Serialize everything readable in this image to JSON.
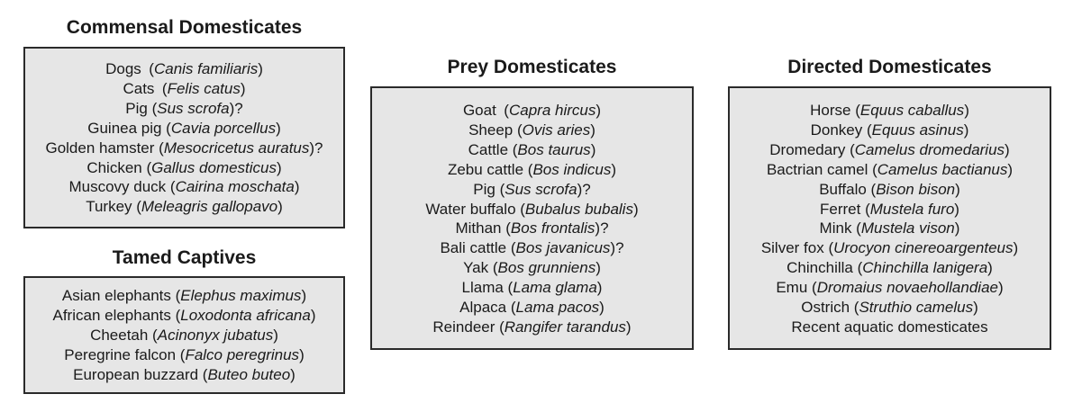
{
  "commensal": {
    "title": "Commensal Domesticates",
    "items": [
      {
        "common": "Dogs (",
        "sci": "Canis familiaris",
        "tail": ")"
      },
      {
        "common": "Cats (",
        "sci": "Felis catus",
        "tail": ")"
      },
      {
        "common": "Pig (",
        "sci": "Sus scrofa",
        "tail": ")?"
      },
      {
        "common": "Guinea pig (",
        "sci": "Cavia porcellus",
        "tail": ")"
      },
      {
        "common": "Golden hamster (",
        "sci": "Mesocricetus auratus",
        "tail": ")?"
      },
      {
        "common": "Chicken (",
        "sci": "Gallus domesticus",
        "tail": ")"
      },
      {
        "common": "Muscovy duck (",
        "sci": "Cairina moschata",
        "tail": ")"
      },
      {
        "common": "Turkey (",
        "sci": "Meleagris gallopavo",
        "tail": ")"
      }
    ]
  },
  "tamed": {
    "title": "Tamed Captives",
    "items": [
      {
        "common": "Asian elephants (",
        "sci": "Elephus maximus",
        "tail": ")"
      },
      {
        "common": "African elephants (",
        "sci": "Loxodonta africana",
        "tail": ")"
      },
      {
        "common": "Cheetah (",
        "sci": "Acinonyx jubatus",
        "tail": ")"
      },
      {
        "common": "Peregrine falcon (",
        "sci": "Falco peregrinus",
        "tail": ")"
      },
      {
        "common": "European buzzard (",
        "sci": "Buteo buteo",
        "tail": ")"
      }
    ]
  },
  "prey": {
    "title": "Prey Domesticates",
    "items": [
      {
        "common": "Goat (",
        "sci": "Capra hircus",
        "tail": ")"
      },
      {
        "common": "Sheep (",
        "sci": "Ovis aries",
        "tail": ")"
      },
      {
        "common": "Cattle (",
        "sci": "Bos taurus",
        "tail": ")"
      },
      {
        "common": "Zebu cattle (",
        "sci": "Bos indicus",
        "tail": ")"
      },
      {
        "common": "Pig (",
        "sci": "Sus scrofa",
        "tail": ")?"
      },
      {
        "common": "Water buffalo (",
        "sci": "Bubalus bubalis",
        "tail": ")"
      },
      {
        "common": "Mithan (",
        "sci": "Bos frontalis",
        "tail": ")?"
      },
      {
        "common": "Bali cattle (",
        "sci": "Bos javanicus",
        "tail": ")?"
      },
      {
        "common": "Yak (",
        "sci": "Bos grunniens",
        "tail": ")"
      },
      {
        "common": "Llama (",
        "sci": "Lama glama",
        "tail": ")"
      },
      {
        "common": "Alpaca (",
        "sci": "Lama pacos",
        "tail": ")"
      },
      {
        "common": "Reindeer (",
        "sci": "Rangifer tarandus",
        "tail": ")"
      }
    ]
  },
  "directed": {
    "title": "Directed Domesticates",
    "items": [
      {
        "common": "Horse (",
        "sci": "Equus caballus",
        "tail": ")"
      },
      {
        "common": "Donkey (",
        "sci": "Equus asinus",
        "tail": ")"
      },
      {
        "common": "Dromedary (",
        "sci": "Camelus dromedarius",
        "tail": ")"
      },
      {
        "common": "Bactrian camel (",
        "sci": "Camelus bactianus",
        "tail": ")"
      },
      {
        "common": "Buffalo (",
        "sci": "Bison bison",
        "tail": ")"
      },
      {
        "common": "Ferret (",
        "sci": "Mustela furo",
        "tail": ")"
      },
      {
        "common": "Mink (",
        "sci": "Mustela vison",
        "tail": ")"
      },
      {
        "common": "Silver fox (",
        "sci": "Urocyon cinereoargenteus",
        "tail": ")"
      },
      {
        "common": "Chinchilla (",
        "sci": "Chinchilla lanigera",
        "tail": ")"
      },
      {
        "common": "Emu (",
        "sci": "Dromaius novaehollandiae",
        "tail": ")"
      },
      {
        "common": "Ostrich (",
        "sci": "Struthio camelus",
        "tail": ")"
      },
      {
        "common": "Recent aquatic domesticates",
        "sci": "",
        "tail": ""
      }
    ]
  }
}
